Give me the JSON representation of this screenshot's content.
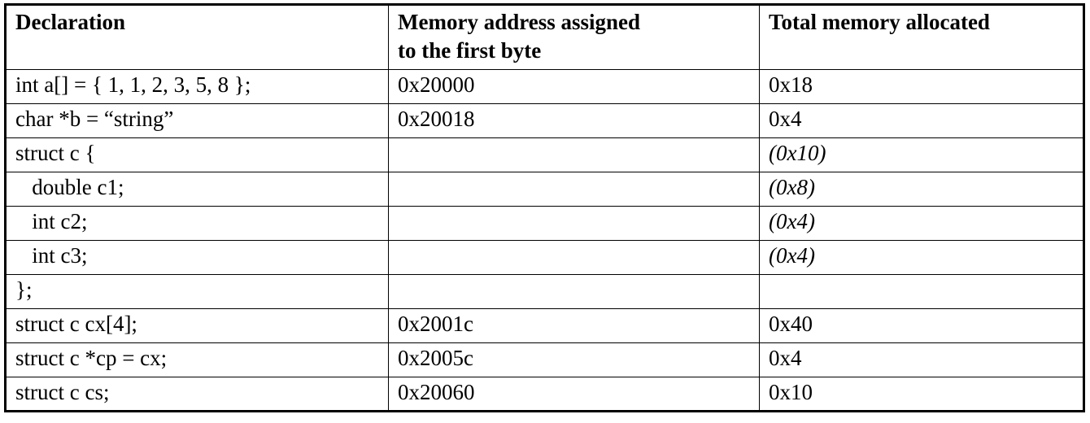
{
  "table": {
    "columns": [
      {
        "key": "declaration",
        "header": "Declaration"
      },
      {
        "key": "address",
        "header": "Memory address assigned\nto the first byte"
      },
      {
        "key": "total",
        "header": "Total memory allocated"
      }
    ],
    "rows": [
      {
        "declaration": "int a[] = { 1, 1, 2, 3, 5, 8 };",
        "address": "0x20000",
        "total": "0x18",
        "total_italic": false
      },
      {
        "declaration": "char *b = “string”",
        "address": "0x20018",
        "total": "0x4",
        "total_italic": false
      },
      {
        "declaration": "struct c {",
        "address": "",
        "total": "(0x10)",
        "total_italic": true
      },
      {
        "declaration": "   double c1;",
        "address": "",
        "total": "(0x8)",
        "total_italic": true
      },
      {
        "declaration": "   int c2;",
        "address": "",
        "total": "(0x4)",
        "total_italic": true
      },
      {
        "declaration": "   int c3;",
        "address": "",
        "total": "(0x4)",
        "total_italic": true
      },
      {
        "declaration": "};",
        "address": "",
        "total": "",
        "total_italic": false
      },
      {
        "declaration": "struct c cx[4];",
        "address": "0x2001c",
        "total": "0x40",
        "total_italic": false
      },
      {
        "declaration": "struct c *cp = cx;",
        "address": "0x2005c",
        "total": "0x4",
        "total_italic": false
      },
      {
        "declaration": "struct c cs;",
        "address": "0x20060",
        "total": "0x10",
        "total_italic": false
      }
    ]
  },
  "colors": {
    "border": "#000000",
    "text": "#000000",
    "background": "#ffffff"
  }
}
